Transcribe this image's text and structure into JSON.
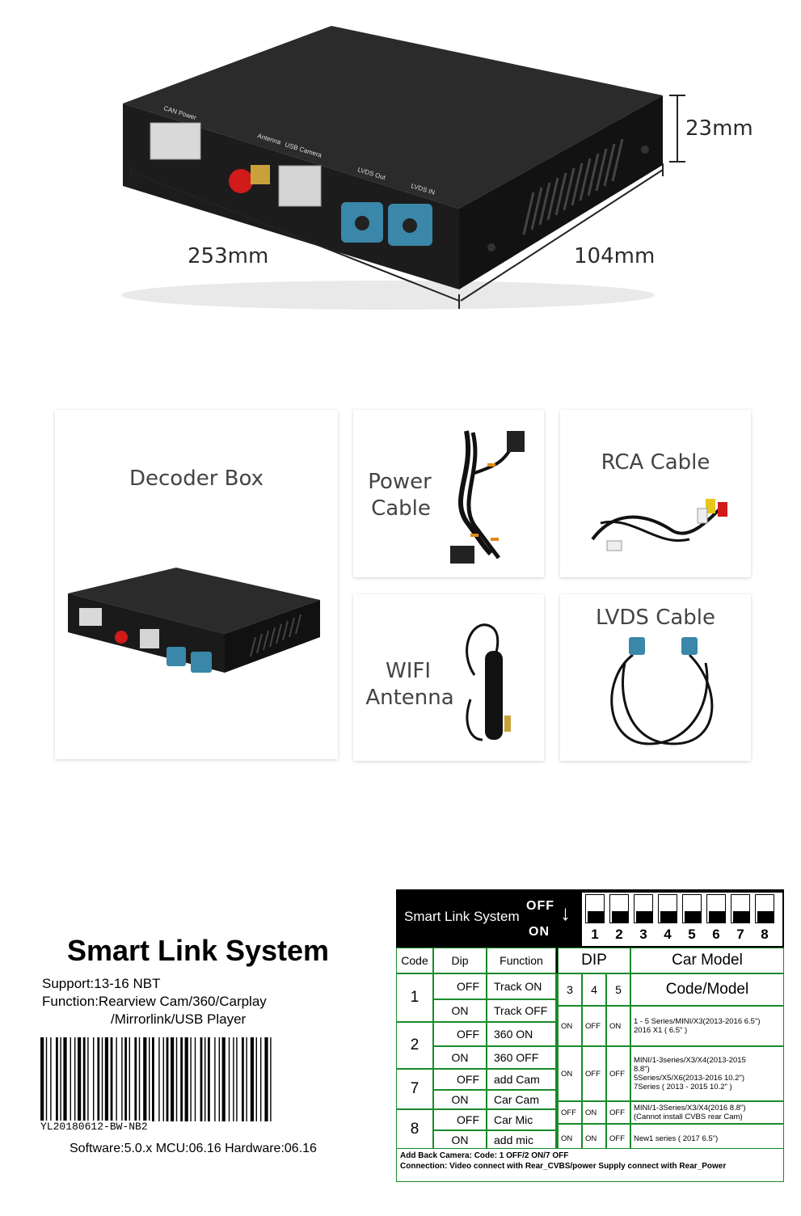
{
  "hero": {
    "dimensions": {
      "height": "23mm",
      "length": "253mm",
      "width": "104mm"
    },
    "box_labels": {
      "can_power": "CAN Power",
      "antenna": "Antenna",
      "usb_camera": "USB Camera",
      "lvds_out": "LVDS Out",
      "lvds_in": "LVDS IN"
    }
  },
  "accessories": [
    {
      "title_lines": [
        "Decoder Box"
      ]
    },
    {
      "title_lines": [
        "Power",
        "Cable"
      ]
    },
    {
      "title_lines": [
        "RCA Cable"
      ]
    },
    {
      "title_lines": [
        "WIFI",
        "Antenna"
      ]
    },
    {
      "title_lines": [
        "LVDS Cable"
      ]
    }
  ],
  "label": {
    "title": "Smart Link System",
    "support": "Support:13-16 NBT",
    "function_line1": "Function:Rearview Cam/360/Carplay",
    "function_line2": "/Mirrorlink/USB Player",
    "barcode_text": "YL20180612-BW-NB2",
    "software_line": "Software:5.0.x  MCU:06.16 Hardware:06.16"
  },
  "dip_table": {
    "system_name": "Smart Link System",
    "off_label": "OFF",
    "on_label": "ON",
    "switch_numbers": [
      "1",
      "2",
      "3",
      "4",
      "5",
      "6",
      "7",
      "8"
    ],
    "headers": {
      "code": "Code",
      "dip": "Dip",
      "function": "Function",
      "dip_right": "DIP",
      "car_model": "Car Model",
      "code_model": "Code/Model"
    },
    "dip_cols": [
      "3",
      "4",
      "5"
    ],
    "left_rows": [
      {
        "code": "1",
        "entries": [
          {
            "dip": "OFF",
            "function": "Track ON"
          },
          {
            "dip": "ON",
            "function": "Track OFF"
          }
        ]
      },
      {
        "code": "2",
        "entries": [
          {
            "dip": "OFF",
            "function": "360 ON"
          },
          {
            "dip": "ON",
            "function": "360 OFF"
          }
        ]
      },
      {
        "code": "7",
        "entries": [
          {
            "dip": "OFF",
            "function": "add Cam"
          },
          {
            "dip": "ON",
            "function": "Car Cam"
          }
        ]
      },
      {
        "code": "8",
        "entries": [
          {
            "dip": "OFF",
            "function": "Car Mic"
          },
          {
            "dip": "ON",
            "function": "add mic"
          }
        ]
      }
    ],
    "right_rows": [
      {
        "d3": "ON",
        "d4": "OFF",
        "d5": "ON",
        "model_lines": [
          "1 - 5 Series/MINI/X3(2013-2016  6.5\")",
          "2016 X1 ( 6.5\" )"
        ]
      },
      {
        "d3": "ON",
        "d4": "OFF",
        "d5": "OFF",
        "model_lines": [
          "MINI/1-3series/X3/X4(2013-2015",
          "8.8\")",
          "5Series/X5/X6(2013-2016  10.2\")",
          "7Series ( 2013 - 2015 10.2\" )"
        ]
      },
      {
        "d3": "OFF",
        "d4": "ON",
        "d5": "OFF",
        "model_lines": [
          "MINI/1-3Series/X3/X4(2016  8.8\")",
          "(Cannot install CVBS rear Cam)"
        ]
      },
      {
        "d3": "ON",
        "d4": "ON",
        "d5": "OFF",
        "model_lines": [
          "New1 series ( 2017 6.5\")"
        ]
      }
    ],
    "footer_line1": "Add Back Camera:  Code:  1 OFF/2 ON/7 OFF",
    "footer_line2": "Connection:  Video connect with Rear_CVBS/power  Supply connect with Rear_Power"
  }
}
